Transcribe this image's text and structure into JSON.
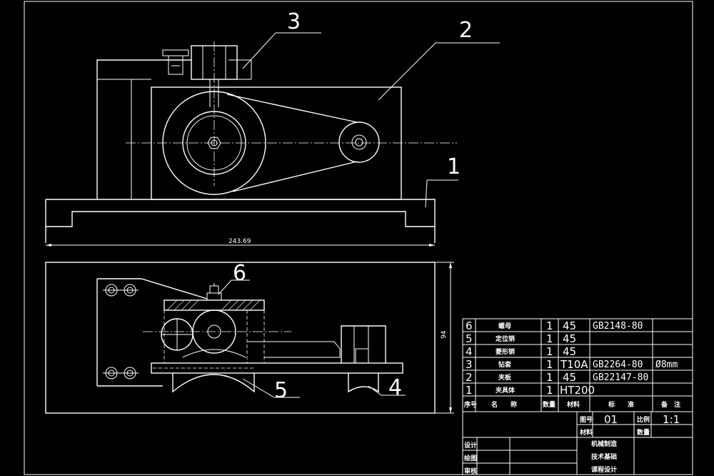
{
  "callouts": {
    "c1": "1",
    "c2": "2",
    "c3": "3",
    "c4": "4",
    "c5": "5",
    "c6": "6"
  },
  "dimensions": {
    "width": "243.69",
    "height": "94"
  },
  "bom_rows": [
    {
      "no": "6",
      "name": "螺母",
      "qty": "1",
      "mat": "45",
      "std": "GB2148-80",
      "note": ""
    },
    {
      "no": "5",
      "name": "定位销",
      "qty": "1",
      "mat": "45",
      "std": "",
      "note": ""
    },
    {
      "no": "4",
      "name": "菱形销",
      "qty": "1",
      "mat": "45",
      "std": "",
      "note": ""
    },
    {
      "no": "3",
      "name": "钻套",
      "qty": "1",
      "mat": "T10A",
      "std": "GB2264-80",
      "note": "Ø8mm"
    },
    {
      "no": "2",
      "name": "夹板",
      "qty": "1",
      "mat": "45",
      "std": "GB22147-80",
      "note": ""
    },
    {
      "no": "1",
      "name": "夹具体",
      "qty": "1",
      "mat": "HT200",
      "std": "",
      "note": ""
    }
  ],
  "bom_header": {
    "no": "序号",
    "name": "名　　称",
    "qty": "数量",
    "mat": "材料",
    "std": "标　　准",
    "note": "备　注"
  },
  "title_block": {
    "drawing_no_label": "图号",
    "drawing_no": "01",
    "scale_label": "比例",
    "scale": "1:1",
    "material_label": "材料",
    "qty_label": "数量",
    "design_label": "设计",
    "draw_label": "绘图",
    "review_label": "审核",
    "school1": "机械制造",
    "school2": "技术基础",
    "school3": "课程设计"
  }
}
